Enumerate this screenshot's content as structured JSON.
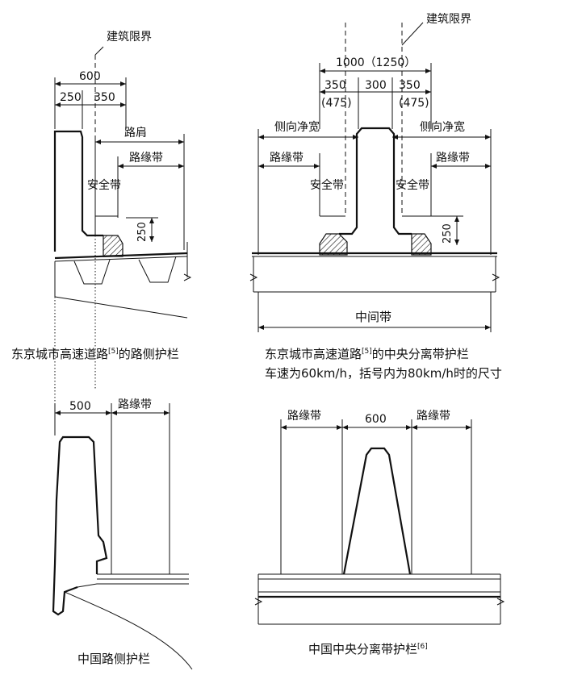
{
  "labels": {
    "building_limit": "建筑限界",
    "shoulder": "路肩",
    "curb_strip": "路缘带",
    "safety_strip": "安全带",
    "lateral_clearance": "侧向净宽",
    "median": "中间带"
  },
  "dims": {
    "d600": "600",
    "d250": "250",
    "d350": "350",
    "h250": "250",
    "d1000": "1000（1250）",
    "d300": "300",
    "p475": "(475)",
    "d500": "500"
  },
  "captions": {
    "tokyo_roadside": "东京城市高速道路",
    "tokyo_roadside_ref": "[5]",
    "tokyo_roadside_tail": "的路侧护栏",
    "tokyo_median": "东京城市高速道路",
    "tokyo_median_ref": "[5]",
    "tokyo_median_tail": "的中央分离带护栏",
    "tokyo_median_note": "车速为60km/h，括号内为80km/h时的尺寸",
    "china_roadside": "中国路侧护栏",
    "china_median": "中国中央分离带护栏",
    "china_median_ref": "[6]"
  }
}
